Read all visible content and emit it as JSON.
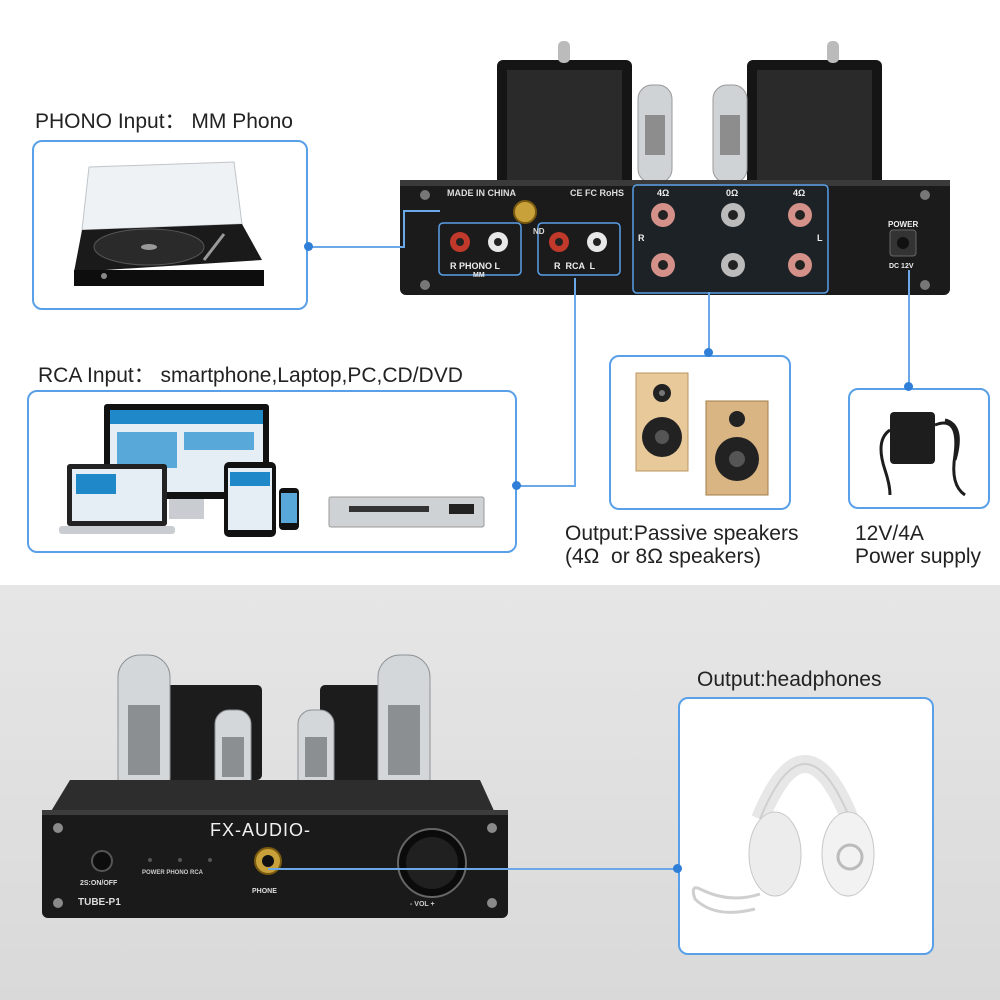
{
  "captions": {
    "phono": "PHONO Input： MM Phono",
    "rca": "RCA Input： smartphone,Laptop,PC,CD/DVD",
    "speakers_line1": "Output:Passive speakers",
    "speakers_line2": "(4Ω  or 8Ω speakers)",
    "power_line1": "12V/4A",
    "power_line2": "Power supply",
    "headphones": "Output:headphones"
  },
  "rear_panel": {
    "made_in": "MADE IN CHINA",
    "cert": "CE FC RoHS",
    "phono_label": "R PHONO L",
    "mm_label": "MM",
    "rca_label": "R  RCA  L",
    "gnd_fragment": "ND",
    "ohm_left": "4Ω",
    "ohm_mid": "0Ω",
    "ohm_right": "4Ω",
    "side_r": "R",
    "side_l": "L",
    "power_label": "POWER",
    "dc_label": "DC 12V"
  },
  "front_panel": {
    "brand": "FX-AUDIO-",
    "model": "TUBE-P1",
    "switch_label": "2S:ON/OFF",
    "indicators": "POWER PHONO RCA",
    "phone_label": "PHONE",
    "vol_label": "- VOL +"
  },
  "colors": {
    "accent_line": "#6aa8e8",
    "accent_dot": "#2f7fd8",
    "box_border": "#5aa0e8",
    "chassis": "#1b1b1b"
  }
}
